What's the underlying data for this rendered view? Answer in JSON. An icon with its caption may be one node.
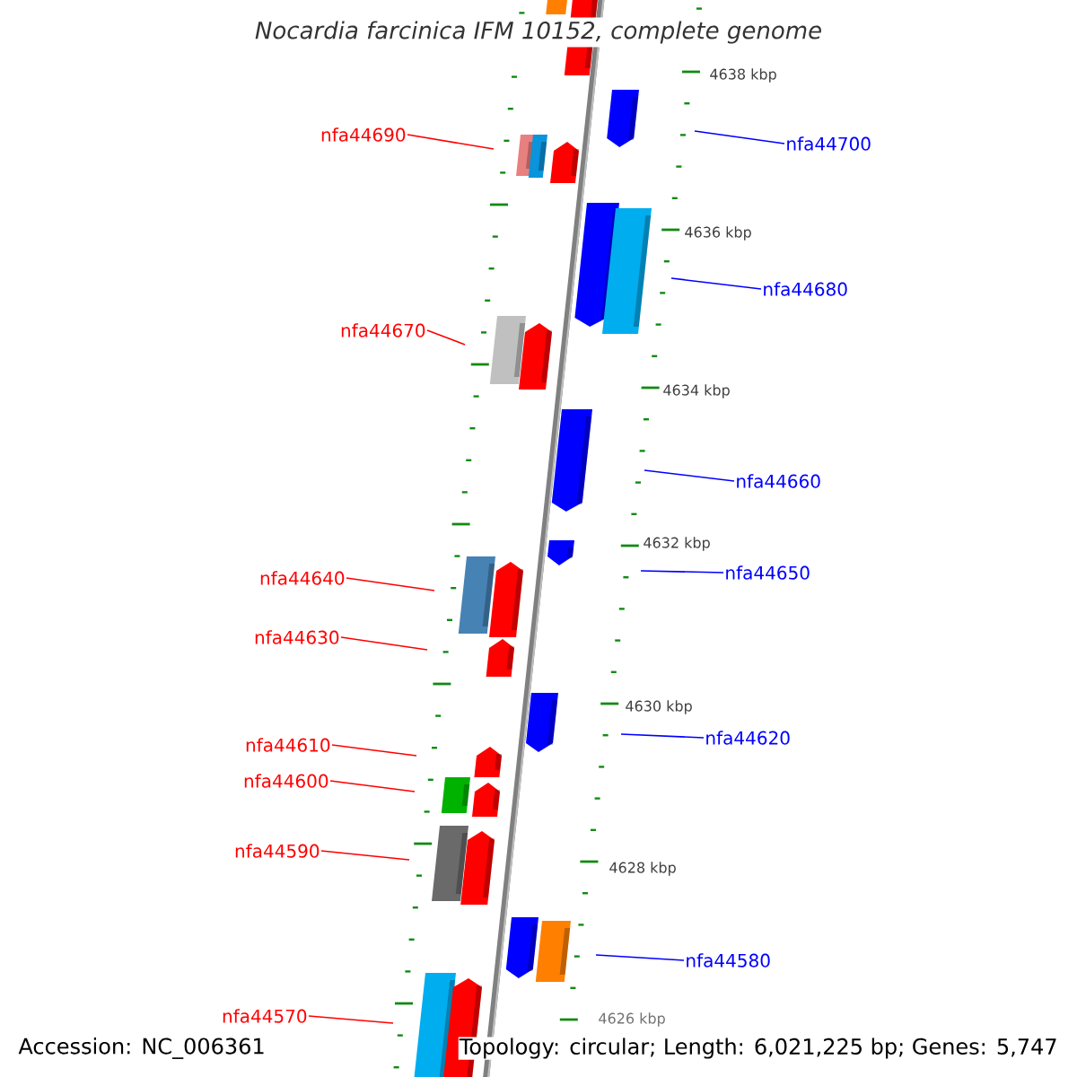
{
  "diagram": {
    "title": "Nocardia farcinica IFM 10152, complete genome",
    "nodes": [
      {
        "text": [
          "nfa44690"
        ]
      },
      {
        "text": [
          "nfa44670"
        ]
      },
      {
        "text": [
          "nfa44640"
        ]
      },
      {
        "text": [
          "nfa44630"
        ]
      },
      {
        "text": [
          "nfa44610"
        ]
      },
      {
        "text": [
          "nfa44600"
        ]
      },
      {
        "text": [
          "nfa44590"
        ]
      },
      {
        "text": [
          "nfa44570"
        ]
      },
      {
        "text": [
          "nfa44700"
        ]
      },
      {
        "text": [
          "nfa44680"
        ]
      },
      {
        "text": [
          "nfa44660"
        ]
      },
      {
        "text": [
          "nfa44650"
        ]
      },
      {
        "text": [
          "nfa44620"
        ]
      },
      {
        "text": [
          "nfa44580"
        ]
      }
    ],
    "edges": [
      {
        "from": 0,
        "to": null,
        "arrow": "none"
      },
      {
        "from": 1,
        "to": null,
        "arrow": "none"
      },
      {
        "from": 2,
        "to": null,
        "arrow": "none"
      },
      {
        "from": 3,
        "to": null,
        "arrow": "none"
      },
      {
        "from": 4,
        "to": null,
        "arrow": "none"
      },
      {
        "from": 5,
        "to": null,
        "arrow": "none"
      },
      {
        "from": 6,
        "to": null,
        "arrow": "none"
      },
      {
        "from": 7,
        "to": null,
        "arrow": "none"
      },
      {
        "from": 8,
        "to": null,
        "arrow": "none",
        "color": "#0000ff"
      },
      {
        "from": 9,
        "to": null,
        "arrow": "none",
        "color": "#0000ff"
      },
      {
        "from": 10,
        "to": null,
        "arrow": "none",
        "color": "#0000ff"
      },
      {
        "from": 11,
        "to": null,
        "arrow": "none",
        "color": "#0000ff"
      },
      {
        "from": 12,
        "to": null,
        "arrow": "none",
        "color": "#0000ff"
      },
      {
        "from": 13,
        "to": null,
        "arrow": "none",
        "color": "#0000ff"
      }
    ],
    "labels": [
      "4638 kbp",
      "4636 kbp",
      "4634 kbp",
      "4632 kbp",
      "4630 kbp",
      "4628 kbp",
      "4626 kbp",
      "Accession: NC_006361",
      "Topology: circular; Length: 6,021,225 bp; Genes: 5,747"
    ]
  }
}
